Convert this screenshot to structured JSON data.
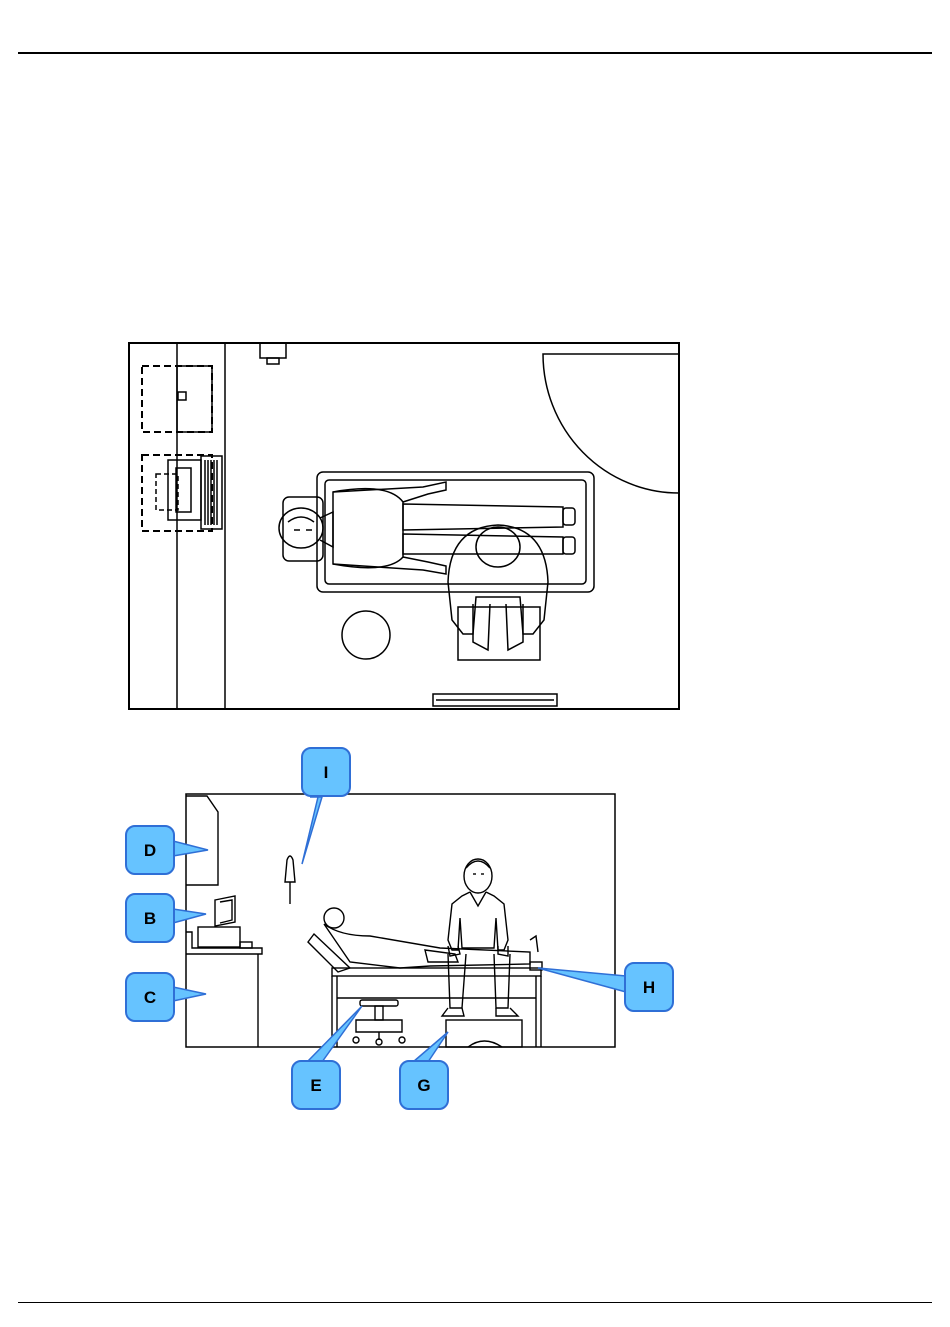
{
  "colors": {
    "callout_fill": "#66c3ff",
    "callout_stroke": "#2f6fd6",
    "line": "#000000"
  },
  "callouts": {
    "I": "I",
    "D": "D",
    "B": "B",
    "C": "C",
    "H": "H",
    "E": "E",
    "G": "G"
  }
}
